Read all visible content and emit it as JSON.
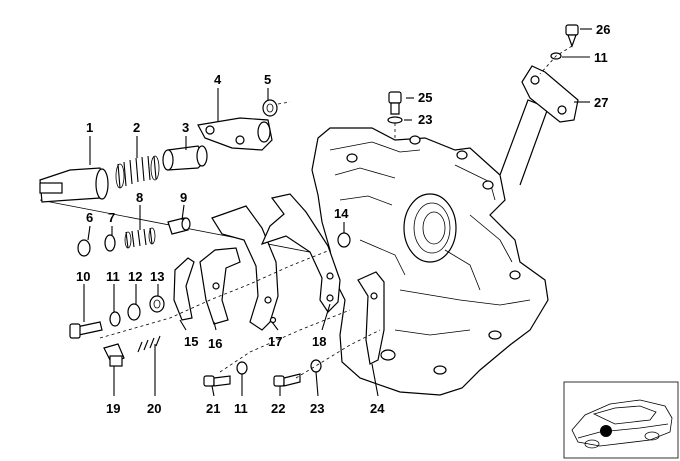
{
  "labels": {
    "l1": "1",
    "l2": "2",
    "l3": "3",
    "l4": "4",
    "l5": "5",
    "l6": "6",
    "l7": "7",
    "l8": "8",
    "l9": "9",
    "l10": "10",
    "l11a": "11",
    "l12": "12",
    "l13": "13",
    "l14": "14",
    "l15": "15",
    "l16": "16",
    "l17": "17",
    "l18": "18",
    "l19": "19",
    "l20": "20",
    "l21": "21",
    "l11b": "11",
    "l22": "22",
    "l23a": "23",
    "l24": "24",
    "l25": "25",
    "l23b": "23",
    "l26": "26",
    "l11c": "11",
    "l27": "27"
  },
  "colors": {
    "line": "#000000",
    "background": "#ffffff"
  }
}
